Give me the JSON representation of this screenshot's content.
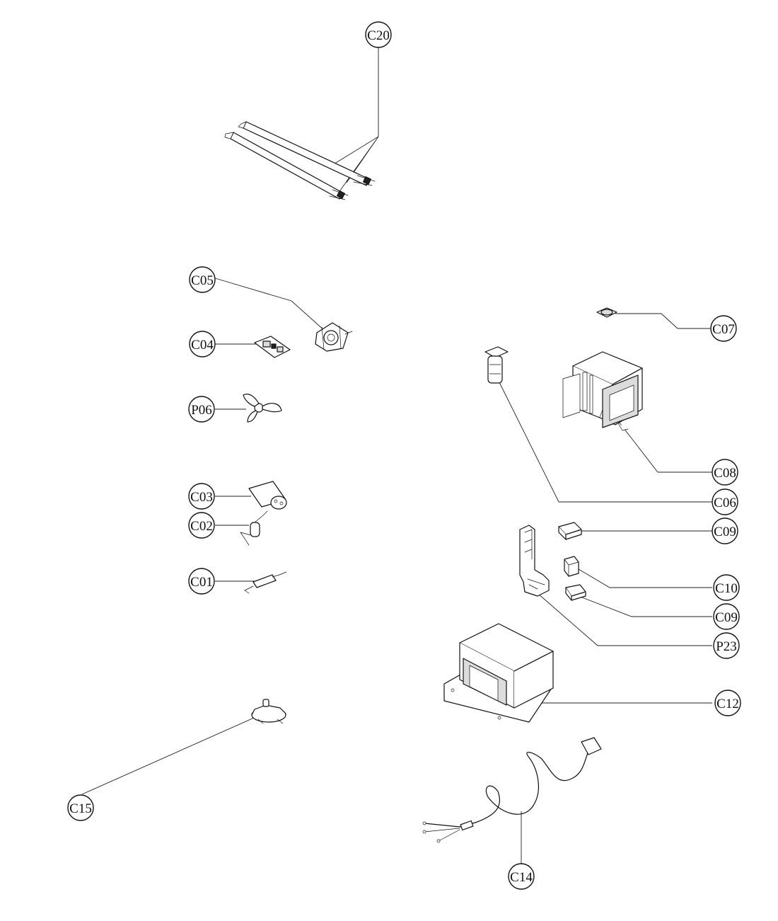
{
  "diagram": {
    "callouts": {
      "c20": "C20",
      "c05": "C05",
      "c04": "C04",
      "p06": "P06",
      "c03": "C03",
      "c02": "C02",
      "c01": "C01",
      "c15": "C15",
      "c07": "C07",
      "c08": "C08",
      "c06": "C06",
      "c09_top": "C09",
      "c10": "C10",
      "c09_bottom": "C09",
      "p23": "P23",
      "c12": "C12",
      "c14": "C14"
    },
    "parts": {
      "heating_tubes": "heater-tubes-icon",
      "motor_bracket": "motor-bracket-icon",
      "circuit_board": "circuit-board-icon",
      "fan_blade": "fan-blade-icon",
      "capacitor": "capacitor-icon",
      "small_capacitor": "small-capacitor-icon",
      "diode": "diode-icon",
      "turntable_motor": "turntable-motor-icon",
      "thermostat": "thermostat-icon",
      "magnetron": "magnetron-icon",
      "fuse_holder": "fuse-holder-icon",
      "micro_switch": "micro-switch-icon",
      "interlock_switch": "interlock-switch-icon",
      "latch_bracket": "latch-bracket-icon",
      "transformer": "transformer-icon",
      "power_cord": "power-cord-icon"
    }
  }
}
